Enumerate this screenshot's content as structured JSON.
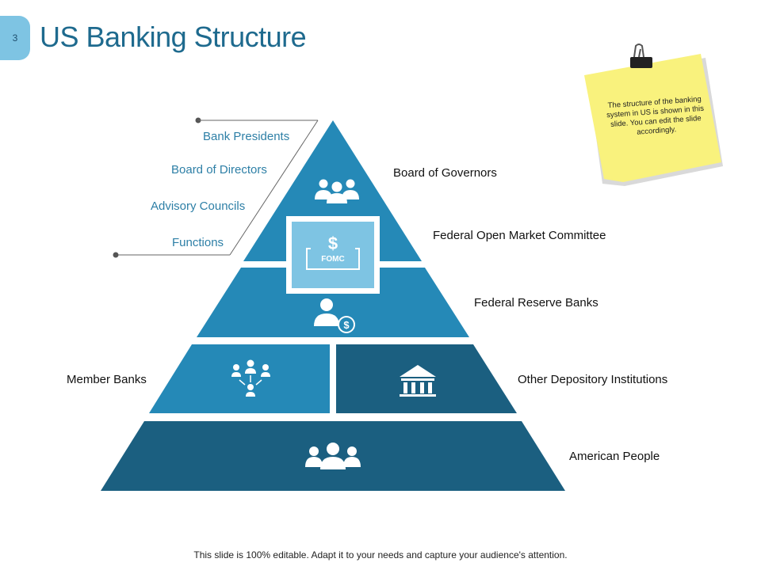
{
  "slide_number": "3",
  "title": "US Banking Structure",
  "tiers": {
    "top_right": "Board of Governors",
    "fomc_right": "Federal Open Market Committee",
    "fomc_box": "FOMC",
    "fomc_symbol": "$",
    "reserve_right": "Federal Reserve Banks",
    "member_left": "Member Banks",
    "other_right": "Other Depository Institutions",
    "bottom_right": "American People"
  },
  "side_list": [
    "Bank Presidents",
    "Board of Directors",
    "Advisory Councils",
    "Functions"
  ],
  "note": "The structure of the banking system in US is shown in this slide. You can edit the slide accordingly.",
  "footer": "This slide is 100% editable. Adapt it to your needs and capture your audience's attention.",
  "colors": {
    "title": "#1e6a8e",
    "tier_mid": "#2589b7",
    "tier_dark": "#1b5f80",
    "fomc": "#7ec4e3",
    "note": "#f9f27d"
  },
  "icons": [
    "people-group-icon",
    "dollar-icon",
    "banker-icon",
    "network-icon",
    "bank-building-icon",
    "family-icon",
    "paper-clip-icon"
  ]
}
